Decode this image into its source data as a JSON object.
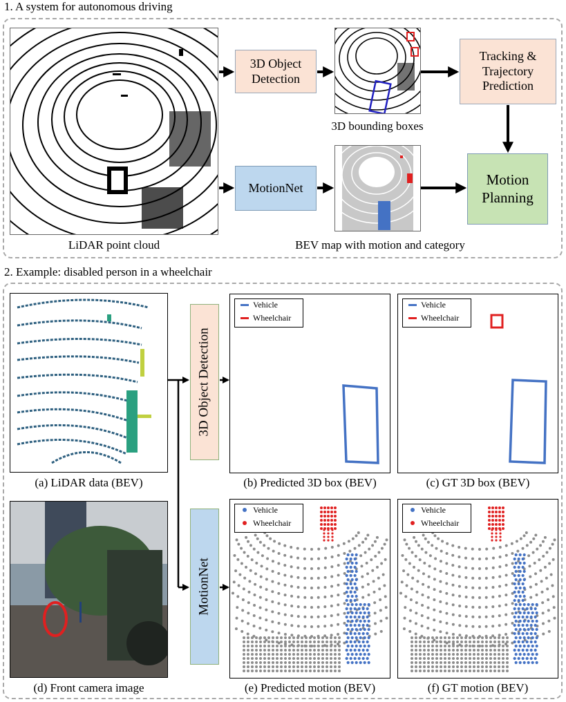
{
  "section1": {
    "title": "1. A system for autonomous driving",
    "boxes": {
      "detection": "3D Object Detection",
      "tracking": "Tracking & Trajectory Prediction",
      "motionnet": "MotionNet",
      "planning": "Motion Planning"
    },
    "captions": {
      "lidar": "LiDAR point cloud",
      "bboxes": "3D bounding boxes",
      "bev": "BEV map with motion and category"
    }
  },
  "section2": {
    "title": "2. Example: disabled person in a wheelchair",
    "boxes": {
      "detection": "3D Object Detection",
      "motionnet": "MotionNet"
    },
    "legend": {
      "vehicle": "Vehicle",
      "wheelchair": "Wheelchair"
    },
    "captions": {
      "a": "(a) LiDAR data (BEV)",
      "b": "(b) Predicted 3D box (BEV)",
      "c": "(c) GT 3D box (BEV)",
      "d": "(d) Front camera image",
      "e": "(e) Predicted motion (BEV)",
      "f": "(f) GT motion (BEV)"
    }
  },
  "colors": {
    "vehicle": "#4472c4",
    "wheelchair": "#e02020",
    "orange_box": "#fbe3d5",
    "blue_box": "#bdd7ee",
    "green_box": "#c7e3b4"
  }
}
